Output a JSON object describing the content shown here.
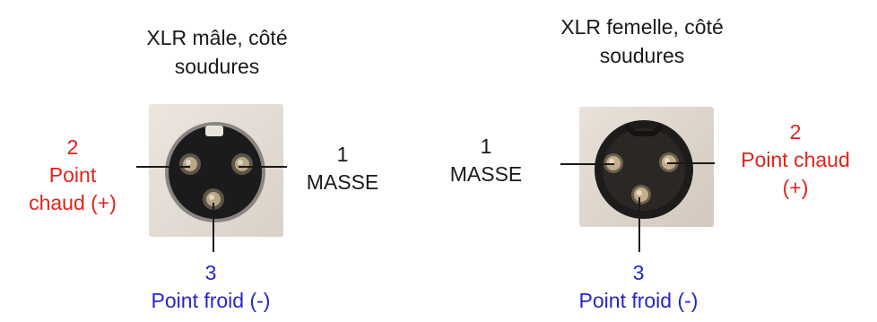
{
  "left_connector": {
    "title_line1": "XLR mâle, côté",
    "title_line2": "soudures",
    "pin2_number": "2",
    "pin2_line1": "Point",
    "pin2_line2": "chaud (+)",
    "pin1_number": "1",
    "pin1_label": "MASSE",
    "pin3_number": "3",
    "pin3_label": "Point froid (-)"
  },
  "right_connector": {
    "title_line1": "XLR femelle, côté",
    "title_line2": "soudures",
    "pin2_number": "2",
    "pin2_line1": "Point chaud",
    "pin2_line2": "(+)",
    "pin1_number": "1",
    "pin1_label": "MASSE",
    "pin3_number": "3",
    "pin3_label": "Point froid (-)"
  },
  "colors": {
    "hot": "#e2231a",
    "cold": "#2626c8",
    "ground": "#1a1a1a"
  }
}
